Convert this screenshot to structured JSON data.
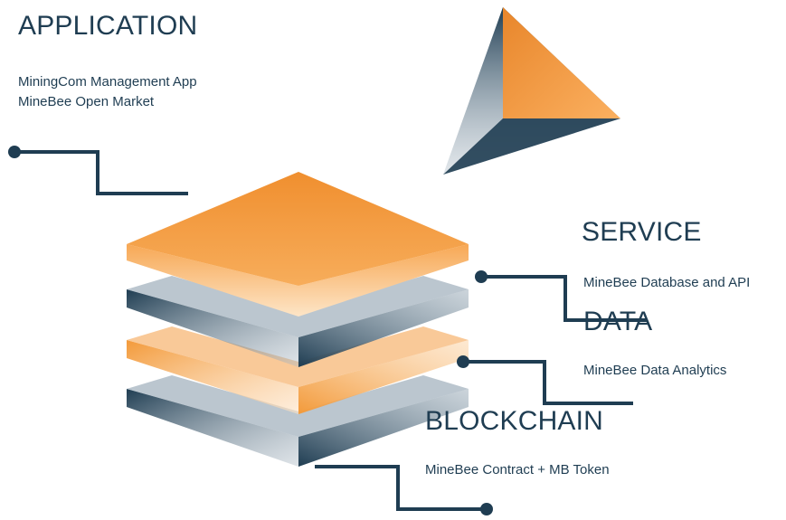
{
  "sections": {
    "application": {
      "title": "APPLICATION",
      "items": [
        "MiningCom Management App",
        "MineBee Open Market"
      ]
    },
    "service": {
      "title": "SERVICE",
      "items": [
        "MineBee Database and API"
      ]
    },
    "data": {
      "title": "DATA",
      "items": [
        "MineBee Data Analytics"
      ]
    },
    "blockchain": {
      "title": "BLOCKCHAIN",
      "items": [
        "MineBee Contract + MB Token"
      ]
    }
  },
  "colors": {
    "navy": "#1f3d52",
    "orange": "#f39a3a",
    "light_orange": "#f8b56a",
    "slate": "#6d8294"
  }
}
